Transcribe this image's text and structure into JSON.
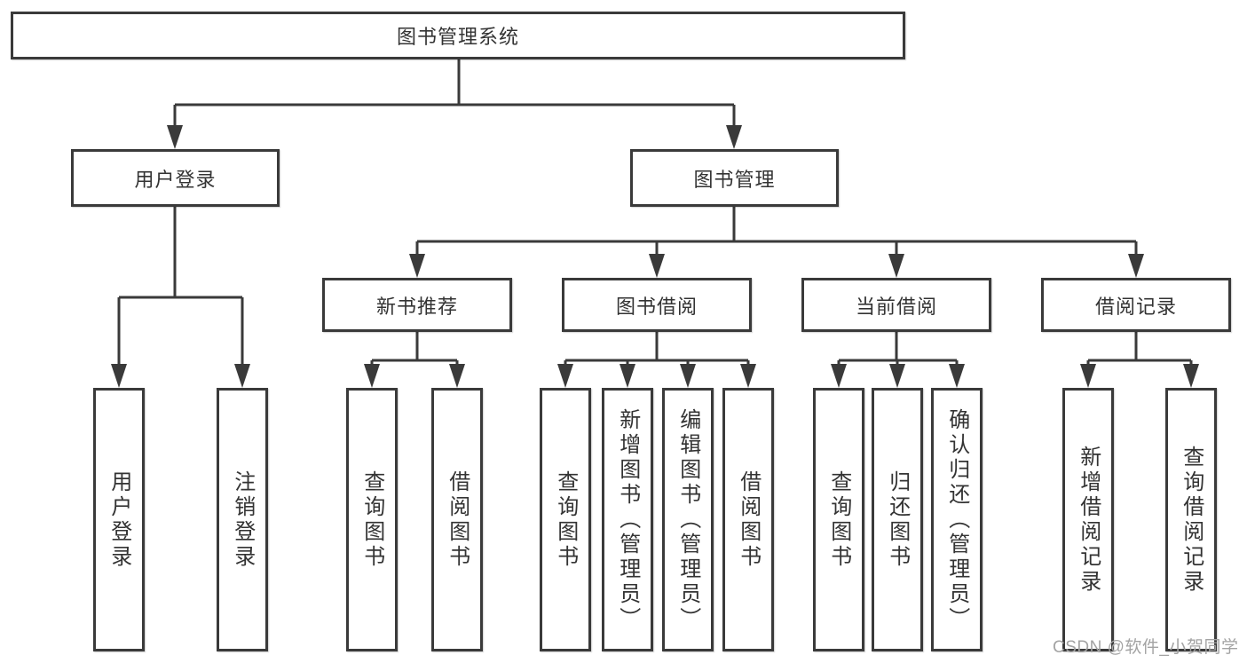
{
  "watermark": "CSDN @软件_小贺同学",
  "tree": {
    "root": "图书管理系统",
    "branches": [
      {
        "label": "用户登录",
        "children": [
          "用户登录",
          "注销登录"
        ]
      },
      {
        "label": "图书管理",
        "children": [
          {
            "label": "新书推荐",
            "children": [
              "查询图书",
              "借阅图书"
            ]
          },
          {
            "label": "图书借阅",
            "children": [
              "查询图书",
              "新增图书（管理员）",
              "编辑图书（管理员）",
              "借阅图书"
            ]
          },
          {
            "label": "当前借阅",
            "children": [
              "查询图书",
              "归还图书",
              "确认归还（管理员）"
            ]
          },
          {
            "label": "借阅记录",
            "children": [
              "新增借阅记录",
              "查询借阅记录"
            ]
          }
        ]
      }
    ]
  }
}
